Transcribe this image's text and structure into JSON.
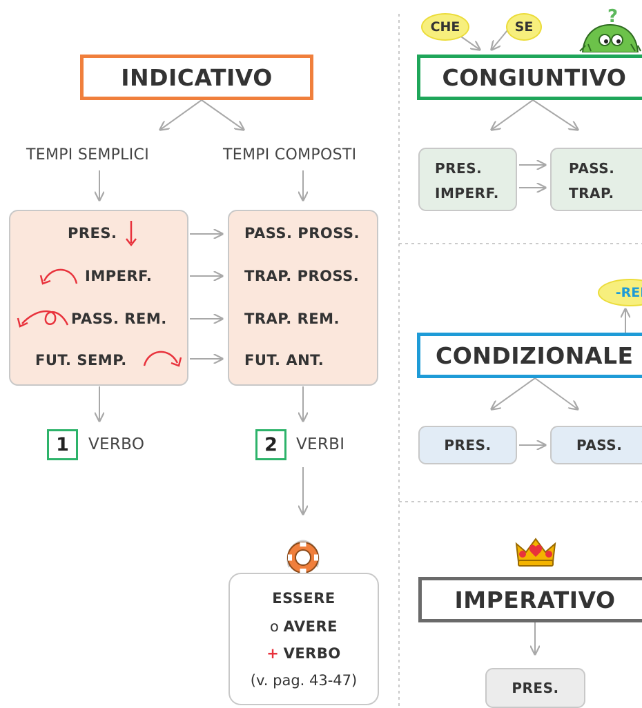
{
  "colors": {
    "indicativo": "#f07f3c",
    "congiuntivo": "#1fa65a",
    "condizionale": "#1e9bd7",
    "imperativo": "#6a6a6a",
    "arrow": "#a8a8a8",
    "red": "#e8323c",
    "peach": "#fbe7dc",
    "mint": "#e5efe6",
    "sky": "#e2ecf6",
    "grey_box": "#ececec",
    "bubble": "#f7ef7d"
  },
  "indicativo": {
    "title": "INDICATIVO",
    "left_label": "TEMPI SEMPLICI",
    "right_label": "TEMPI COMPOSTI",
    "semplici": [
      "PRES.",
      "IMPERF.",
      "PASS. REM.",
      "FUT. SEMP."
    ],
    "composti": [
      "PASS. PROSS.",
      "TRAP. PROSS.",
      "TRAP. REM.",
      "FUT. ANT."
    ],
    "verbo_num": "1",
    "verbo_label": "VERBO",
    "verbi_num": "2",
    "verbi_label": "VERBI",
    "aux": {
      "line1": "ESSERE",
      "line2_pre": "o",
      "line2": "AVERE",
      "line3_pre": "+",
      "line3": "VERBO",
      "ref": "(v. pag. 43-47)"
    },
    "icons": {
      "pres": "down-arrow-icon",
      "imperf": "curved-back-arrow-icon",
      "pass_rem": "loop-back-arrow-icon",
      "fut": "curved-forward-arrow-icon",
      "aux": "life-buoy-icon"
    }
  },
  "congiuntivo": {
    "title": "CONGIUNTIVO",
    "bubble1": "CHE",
    "bubble2": "SE",
    "left_line1": "PRES.",
    "left_line2": "IMPERF.",
    "right_line1": "PASS.",
    "right_line2": "TRAP.",
    "mascot_icon": "green-monster-icon"
  },
  "condizionale": {
    "title": "CONDIZIONALE",
    "bubble": "-REI",
    "left": "PRES.",
    "right": "PASS."
  },
  "imperativo": {
    "title": "IMPERATIVO",
    "tense": "PRES.",
    "crown_icon": "crown-icon"
  }
}
